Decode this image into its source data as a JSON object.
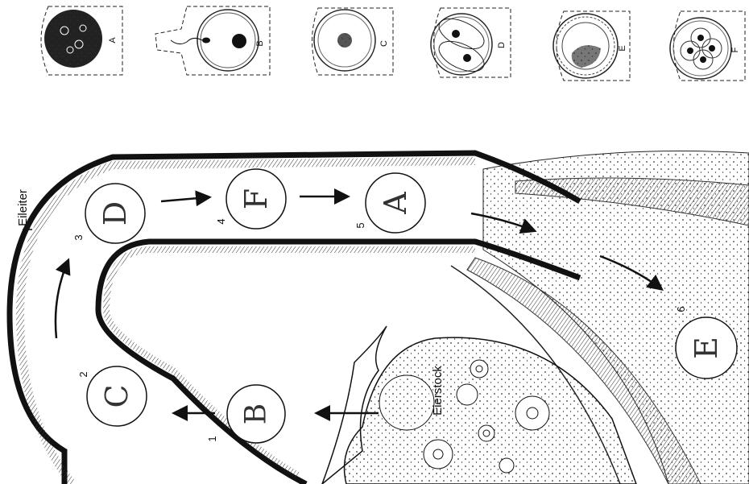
{
  "labels": {
    "eileiter": "Eileiter",
    "eierstock": "Eierstock"
  },
  "stage_icons": [
    {
      "letter": "A"
    },
    {
      "letter": "B"
    },
    {
      "letter": "C"
    },
    {
      "letter": "D"
    },
    {
      "letter": "E"
    },
    {
      "letter": "F"
    }
  ],
  "tube_stations": [
    {
      "number": "1",
      "letter": "B"
    },
    {
      "number": "2",
      "letter": "C"
    },
    {
      "number": "3",
      "letter": "D"
    },
    {
      "number": "4",
      "letter": "F"
    },
    {
      "number": "5",
      "letter": "A"
    },
    {
      "number": "6",
      "letter": "E"
    }
  ]
}
